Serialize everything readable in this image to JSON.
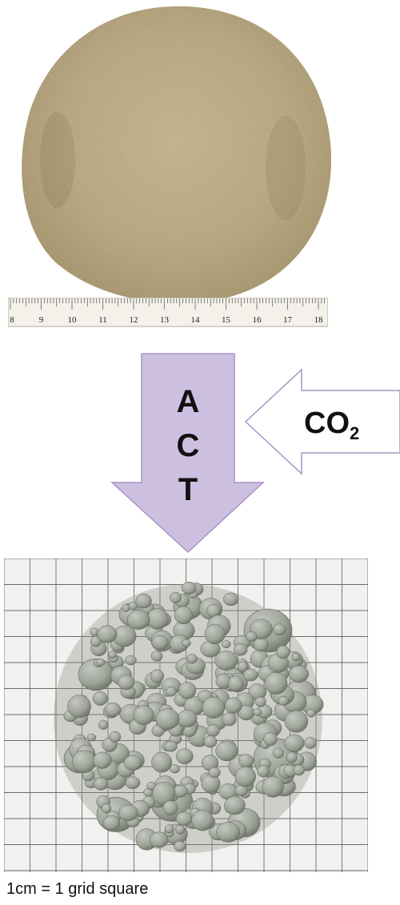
{
  "ruler": {
    "tick_labels": [
      "8",
      "9",
      "10",
      "11",
      "12",
      "13",
      "14",
      "15",
      "16",
      "17",
      "18"
    ]
  },
  "process": {
    "main_letters": [
      "A",
      "C",
      "T"
    ],
    "side_label": "CO",
    "side_subscript": "2",
    "arrow_fill": "#cdbfdf",
    "arrow_stroke": "#a894c6"
  },
  "caption": "1cm = 1 grid square"
}
